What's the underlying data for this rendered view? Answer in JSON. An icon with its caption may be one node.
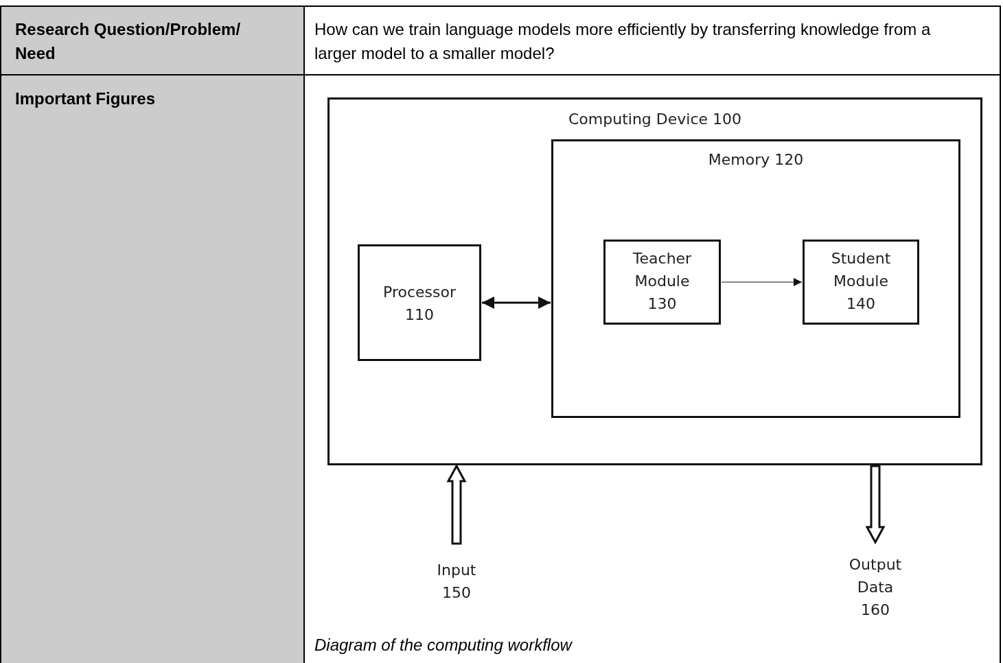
{
  "diagram": {
    "caption": "Diagram of the computing workflow",
    "nodes": [
      {
        "text": [
          "Computing Device 100"
        ]
      },
      {
        "text": [
          "Memory 120"
        ],
        "in": 0
      },
      {
        "text": [
          "Processor 110"
        ],
        "in": 0
      },
      {
        "text": [
          "Teacher Module 130"
        ],
        "in": 1
      },
      {
        "text": [
          "Student Module 140"
        ],
        "in": 1
      },
      {
        "text": [
          "Input 150"
        ]
      },
      {
        "text": [
          "Output Data 160"
        ]
      }
    ],
    "edges": [
      {
        "from": 2,
        "to": 1,
        "arrow": "both"
      },
      {
        "from": 3,
        "to": 4,
        "arrow": "to"
      },
      {
        "from": 5,
        "to": 0,
        "arrow": "to"
      },
      {
        "from": 0,
        "to": 6,
        "arrow": "to"
      }
    ],
    "labels": [
      "Research Question/Problem/ Need",
      "How can we train language models more efficiently by transferring knowledge from a larger model to a smaller model?",
      "Important Figures"
    ]
  }
}
